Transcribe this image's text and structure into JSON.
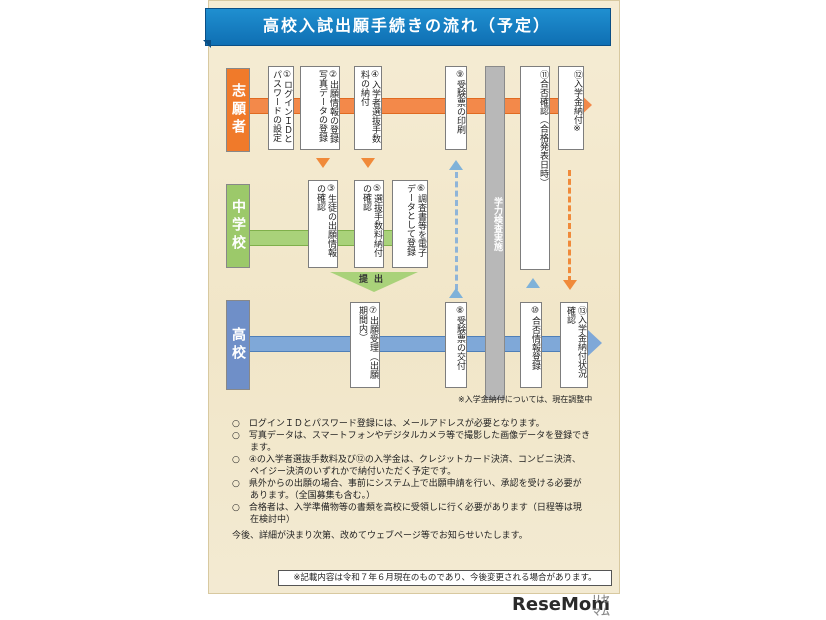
{
  "title": "高校入試出願手続きの流れ（予定）",
  "rows": {
    "applicant": "志願者",
    "junior_high": "中学校",
    "high_school": "高校"
  },
  "colors": {
    "applicant": "#f07a2a",
    "junior_high": "#9cc96a",
    "high_school": "#6f8fc8",
    "banner": "#1583c6"
  },
  "steps": {
    "s1": "①ログインＩＤとパスワードの設定",
    "s2": "②出願情報の登録写真データの登録",
    "s4": "④入学者選抜手数料の納付",
    "s9": "⑨受験票の印刷",
    "s11": "⑪合否確認（合格発表日時）",
    "s12": "⑫入学金納付※",
    "s3": "③生徒の出願情報の確認",
    "s5": "⑤選抜手数料納付の確認",
    "s6": "⑥調査書等を電子データとして登録",
    "submit": "提出",
    "s7": "⑦出願受理（出願期間内）",
    "s8": "⑧受験票の交付",
    "s10": "⑩合否情報登録",
    "s13": "⑬入学金納付状況確認",
    "exam": "学力検査実施"
  },
  "footnote_small": "※入学金納付については、現在調整中",
  "notes": [
    "○　ログインＩＤとパスワード登録には、メールアドレスが必要となります。",
    "○　写真データは、スマートフォンやデジタルカメラ等で撮影した画像データを登録でき",
    "　　ます。",
    "○　④の入学者選抜手数料及び⑫の入学金は、クレジットカード決済、コンビニ決済、",
    "　　ペイジー決済のいずれかで納付いただく予定です。",
    "○　県外からの出願の場合、事前にシステム上で出願申請を行い、承認を受ける必要が",
    "　　あります。（全国募集も含む。）",
    "○　合格者は、入学準備物等の書類を高校に受領しに行く必要があります（日程等は現",
    "　　在検討中）"
  ],
  "closing": "今後、詳細が決まり次第、改めてウェブページ等でお知らせいたします。",
  "footer": "※記載内容は令和７年６月現在のものであり、今後変更される場合があります。",
  "logo": "ReseMom",
  "logo_small": "リセマム"
}
